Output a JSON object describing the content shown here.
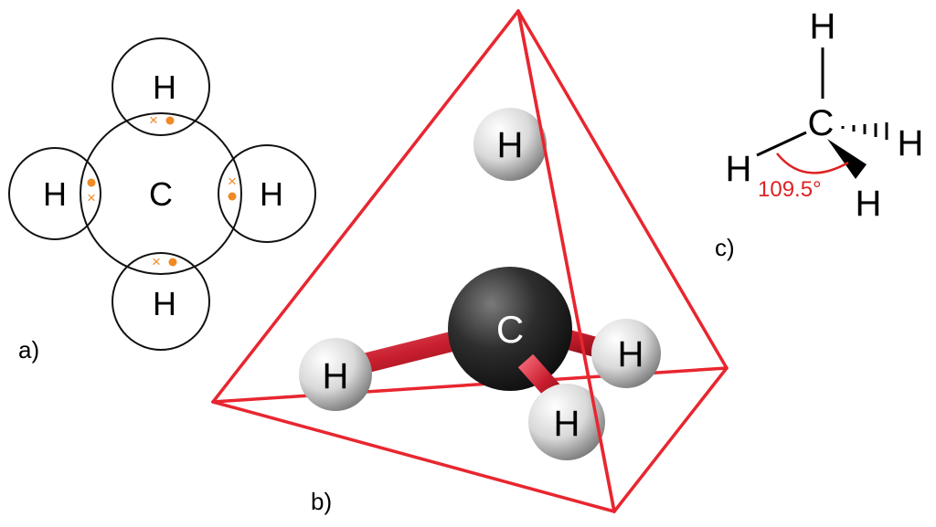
{
  "colors": {
    "electron_dot": "#f08a24",
    "bond": "#d42030",
    "tetrahedron_edge": "#e8262f",
    "angle": "#dd2222",
    "carbon_sphere": "#2a2a2a",
    "hydrogen_sphere": "#e6e6e6"
  },
  "panel_a": {
    "label": "a)",
    "center_atom": "C",
    "outer_atoms": [
      "H",
      "H",
      "H",
      "H"
    ],
    "electron_symbol": "×"
  },
  "panel_b": {
    "label": "b)",
    "center_atom": "C",
    "outer_atoms": [
      "H",
      "H",
      "H",
      "H"
    ]
  },
  "panel_c": {
    "label": "c)",
    "center_atom": "C",
    "outer_atoms": [
      "H",
      "H",
      "H",
      "H"
    ],
    "bond_angle": "109.5°"
  }
}
